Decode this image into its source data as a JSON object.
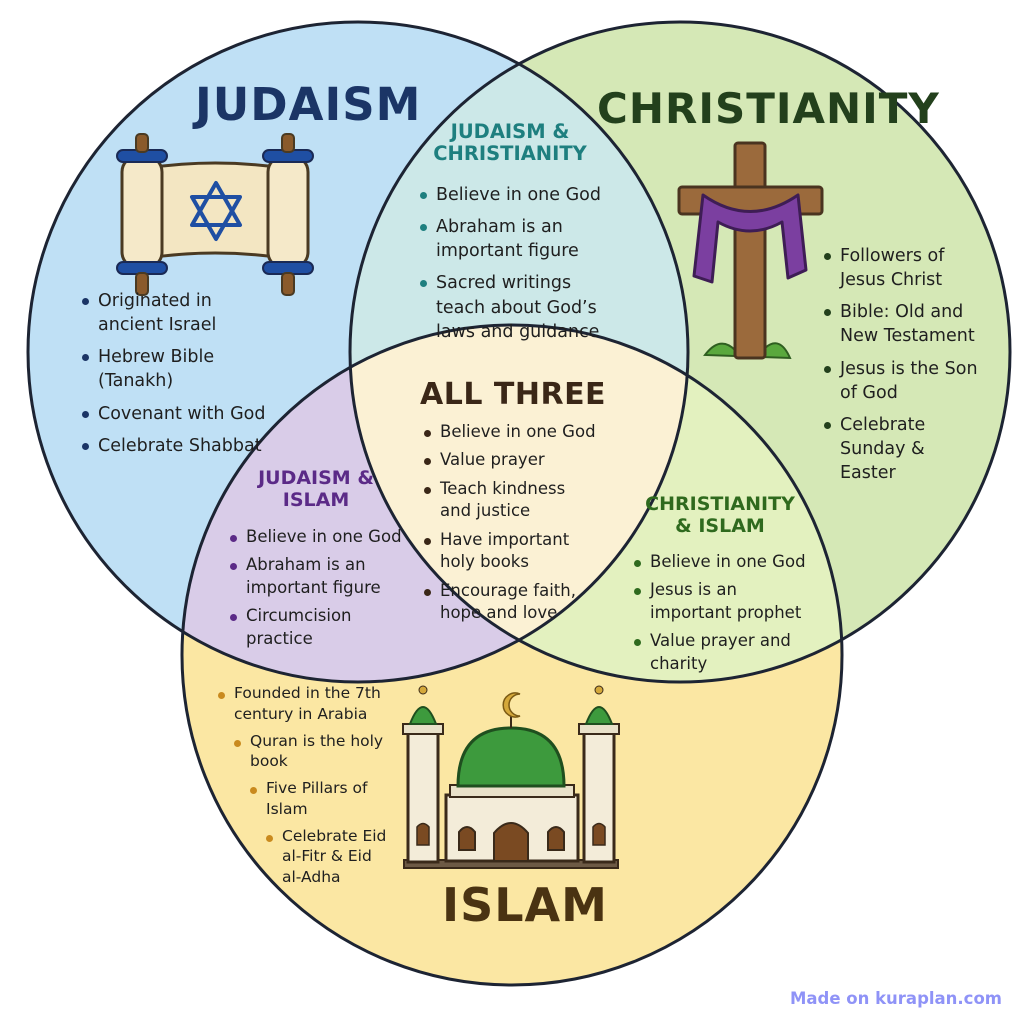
{
  "colors": {
    "judaism": "#bfe0f5",
    "christianity": "#d5e8b6",
    "islam": "#fbe7a3",
    "judaism_christianity": "#cce8e8",
    "judaism_islam": "#d9cce8",
    "christianity_islam": "#e3f1bf",
    "all_three": "#fbf1d4",
    "outline": "#1d2433",
    "judaism_text": "#1b3566",
    "christianity_text": "#23401c",
    "islam_text": "#4a3312",
    "teal_text": "#1e7f7f",
    "purple_text": "#5b2a87",
    "green_text": "#2f6a1e",
    "dark_text": "#3a2717"
  },
  "judaism": {
    "title": "JUDAISM",
    "icon": "torah-scroll-icon",
    "items": [
      "Originated in ancient Israel",
      "Hebrew Bible (Tanakh)",
      "Covenant with God",
      "Celebrate Shabbat"
    ]
  },
  "christianity": {
    "title": "CHRISTIANITY",
    "icon": "cross-icon",
    "items": [
      "Followers of Jesus Christ",
      "Bible: Old and New Testament",
      "Jesus is the Son of God",
      "Celebrate Sunday & Easter"
    ]
  },
  "islam": {
    "title": "ISLAM",
    "icon": "mosque-icon",
    "items": [
      "Founded in the 7th century in Arabia",
      "Quran is the holy book",
      "Five Pillars of Islam",
      "Celebrate Eid al-Fitr & Eid al-Adha"
    ]
  },
  "judaism_christianity": {
    "title": "JUDAISM & CHRISTIANITY",
    "items": [
      "Believe in one God",
      "Abraham is an important figure",
      "Sacred writings teach about God’s laws and guidance"
    ]
  },
  "judaism_islam": {
    "title": "JUDAISM & ISLAM",
    "items": [
      "Believe in one God",
      "Abraham is an important figure",
      "Circumcision practice"
    ]
  },
  "christianity_islam": {
    "title": "CHRISTIANITY & ISLAM",
    "items": [
      "Believe in one God",
      "Jesus is an important prophet",
      "Value prayer and charity"
    ]
  },
  "all_three": {
    "title": "ALL THREE",
    "items": [
      "Believe in one God",
      "Value prayer",
      "Teach kindness and justice",
      "Have important holy books",
      "Encourage faith, hope and love"
    ]
  },
  "watermark": "Made on kuraplan.com"
}
